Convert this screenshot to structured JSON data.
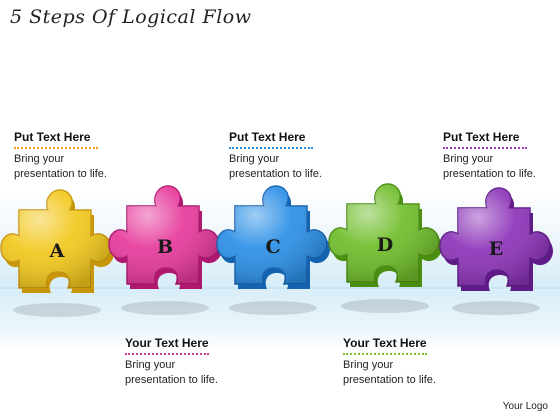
{
  "title": "5 Steps Of Logical Flow",
  "top_callouts": [
    {
      "heading": "Put Text Here",
      "line1": "Bring your",
      "line2": "presentation to life.",
      "color": "#f2a01c"
    },
    {
      "heading": "Put Text Here",
      "line1": "Bring your",
      "line2": "presentation to life.",
      "color": "#2a8fe0"
    },
    {
      "heading": "Put Text Here",
      "line1": "Bring your",
      "line2": "presentation to life.",
      "color": "#9b3fc0"
    }
  ],
  "bottom_callouts": [
    {
      "heading": "Your Text Here",
      "line1": "Bring your",
      "line2": "presentation to life.",
      "color": "#d33a9a"
    },
    {
      "heading": "Your Text Here",
      "line1": "Bring your",
      "line2": "presentation to life.",
      "color": "#7cc22c"
    }
  ],
  "pieces": [
    {
      "letter": "A",
      "color": "#f2c81c",
      "dark": "#c9960a"
    },
    {
      "letter": "B",
      "color": "#e6399b",
      "dark": "#b0176f"
    },
    {
      "letter": "C",
      "color": "#2a8fe6",
      "dark": "#1463b0"
    },
    {
      "letter": "D",
      "color": "#6fbd2a",
      "dark": "#4a8f12"
    },
    {
      "letter": "E",
      "color": "#8c33b8",
      "dark": "#5f1a88"
    }
  ],
  "logo": "Your Logo"
}
